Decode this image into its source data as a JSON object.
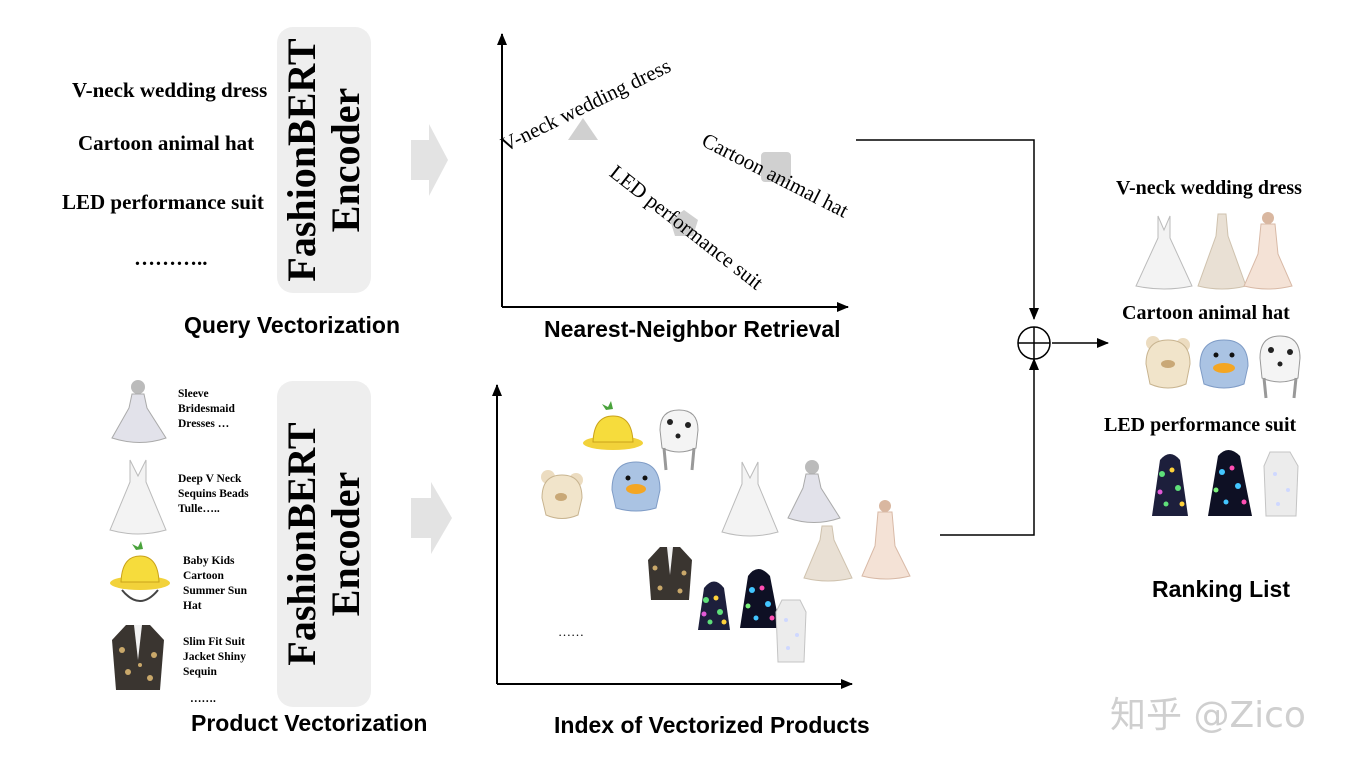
{
  "queries": [
    "V-neck wedding dress",
    "Cartoon animal hat",
    "LED performance suit",
    "……….."
  ],
  "encoder_label_line1": "FashionBERT",
  "encoder_label_line2": "Encoder",
  "captions": {
    "query": "Query Vectorization",
    "retrieval": "Nearest-Neighbor Retrieval",
    "product": "Product Vectorization",
    "index": "Index of Vectorized Products",
    "ranking": "Ranking List"
  },
  "products": [
    {
      "text": "Sleeve Bridesmaid Dresses …",
      "icon": "ball-gown-dress-icon"
    },
    {
      "text": "Deep V Neck Sequins Beads Tulle…..",
      "icon": "v-neck-dress-icon"
    },
    {
      "text": "Baby Kids Cartoon Summer Sun Hat",
      "icon": "yellow-sun-hat-icon"
    },
    {
      "text": "Slim Fit Suit Jacket Shiny Sequin",
      "icon": "sequin-suit-jacket-icon"
    }
  ],
  "products_ellipsis": "…….",
  "retrieval_labels": [
    "V-neck wedding dress",
    "Cartoon animal hat",
    "LED performance suit"
  ],
  "index_ellipsis": "……",
  "ranking": [
    {
      "label": "V-neck wedding dress",
      "icons": [
        "white-gown-icon",
        "champagne-gown-icon",
        "pink-lace-gown-icon"
      ]
    },
    {
      "label": "Cartoon animal hat",
      "icons": [
        "bear-hat-icon",
        "duck-hat-icon",
        "dalmatian-hat-icon"
      ]
    },
    {
      "label": "LED performance suit",
      "icons": [
        "led-hoodie-icon",
        "led-jacket-icon",
        "sequin-vest-icon"
      ]
    }
  ],
  "watermark": "知乎 @Zico",
  "colors": {
    "encoder_bg": "#eeeeee",
    "arrow_gray": "#e3e3e3",
    "marker_gray": "#d0d0d0"
  }
}
